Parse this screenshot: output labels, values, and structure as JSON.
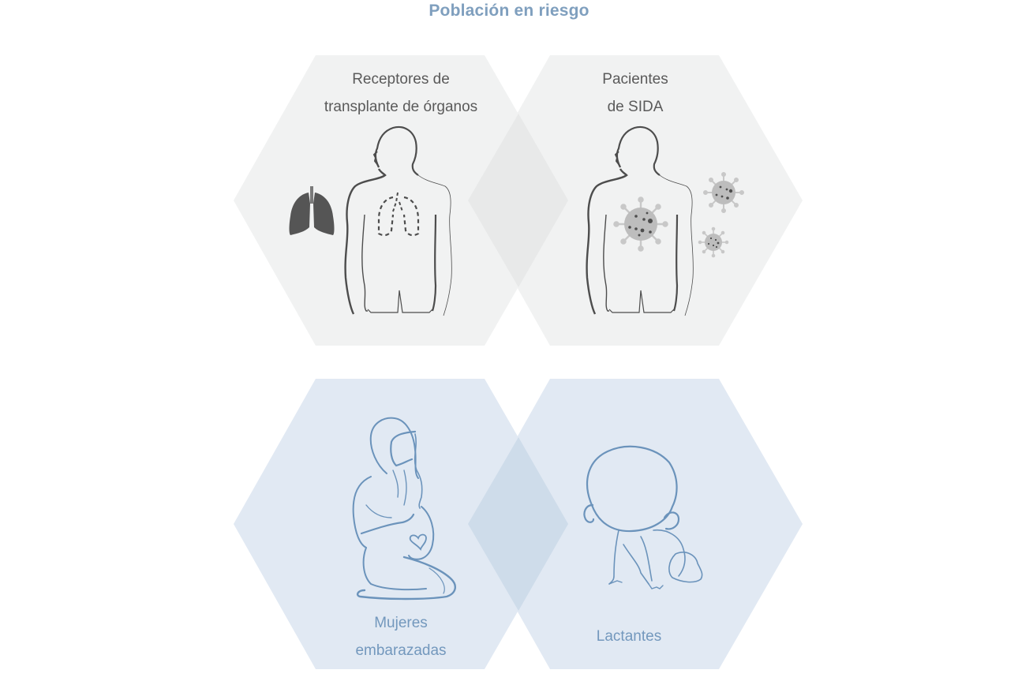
{
  "title": "Población en riesgo",
  "colors": {
    "title": "#7f9fbe",
    "gray_hex_fill": "#f1f2f2",
    "gray_overlap_fill": "#e8e9e9",
    "blue_hex_fill": "#e1e9f3",
    "blue_overlap_fill": "#cedcea",
    "gray_text": "#5a5a5a",
    "blue_text": "#7398bd",
    "gray_line": "#4d4d4d",
    "blue_line": "#6b93bb",
    "virus_fill": "#bdbdbd",
    "virus_dots": "#4d4d4d"
  },
  "groups": [
    {
      "id": "organ-transplant",
      "line1": "Receptores de",
      "line2": "transplante de órganos",
      "icon": "human-torso-with-lungs-icon",
      "side_icon": "lungs-icon"
    },
    {
      "id": "aids-patients",
      "line1": "Pacientes",
      "line2": "de SIDA",
      "icon": "human-torso-with-virus-icon",
      "side_icon": "virus-icon"
    },
    {
      "id": "pregnant-women",
      "line1": "Mujeres",
      "line2": "embarazadas",
      "icon": "pregnant-woman-icon"
    },
    {
      "id": "infants",
      "line1": "Lactantes",
      "icon": "crawling-baby-icon"
    }
  ]
}
